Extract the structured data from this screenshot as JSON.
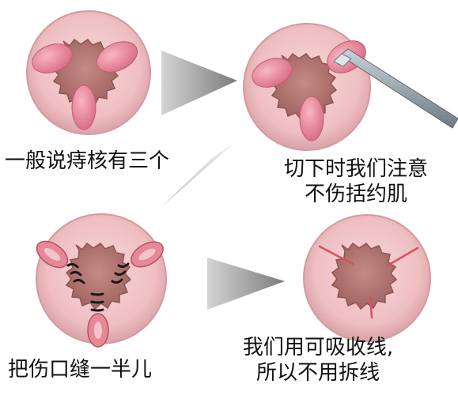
{
  "steps": [
    {
      "caption_lines": [
        "一般说痔核有三个"
      ],
      "icon": "rectum-with-three-hemorrhoids"
    },
    {
      "caption_lines": [
        "切下时我们注意",
        "不伤括约肌"
      ],
      "icon": "excision-with-scalpel"
    },
    {
      "caption_lines": [
        "把伤口缝一半儿"
      ],
      "icon": "wounds-half-sutured"
    },
    {
      "caption_lines": [
        "我们用可吸收线,",
        "所以不用拆线"
      ],
      "icon": "healed-absorbable-sutures"
    }
  ],
  "colors": {
    "disc": "#f2c6c8",
    "disc_edge": "#d79ea2",
    "lumen": "#b57a78",
    "hemorrhoid": "#e9899c",
    "wound": "#d9707a",
    "suture": "#1a1a1a",
    "arrow": "#9a9a9a",
    "instrument": "#8d9aa3"
  }
}
